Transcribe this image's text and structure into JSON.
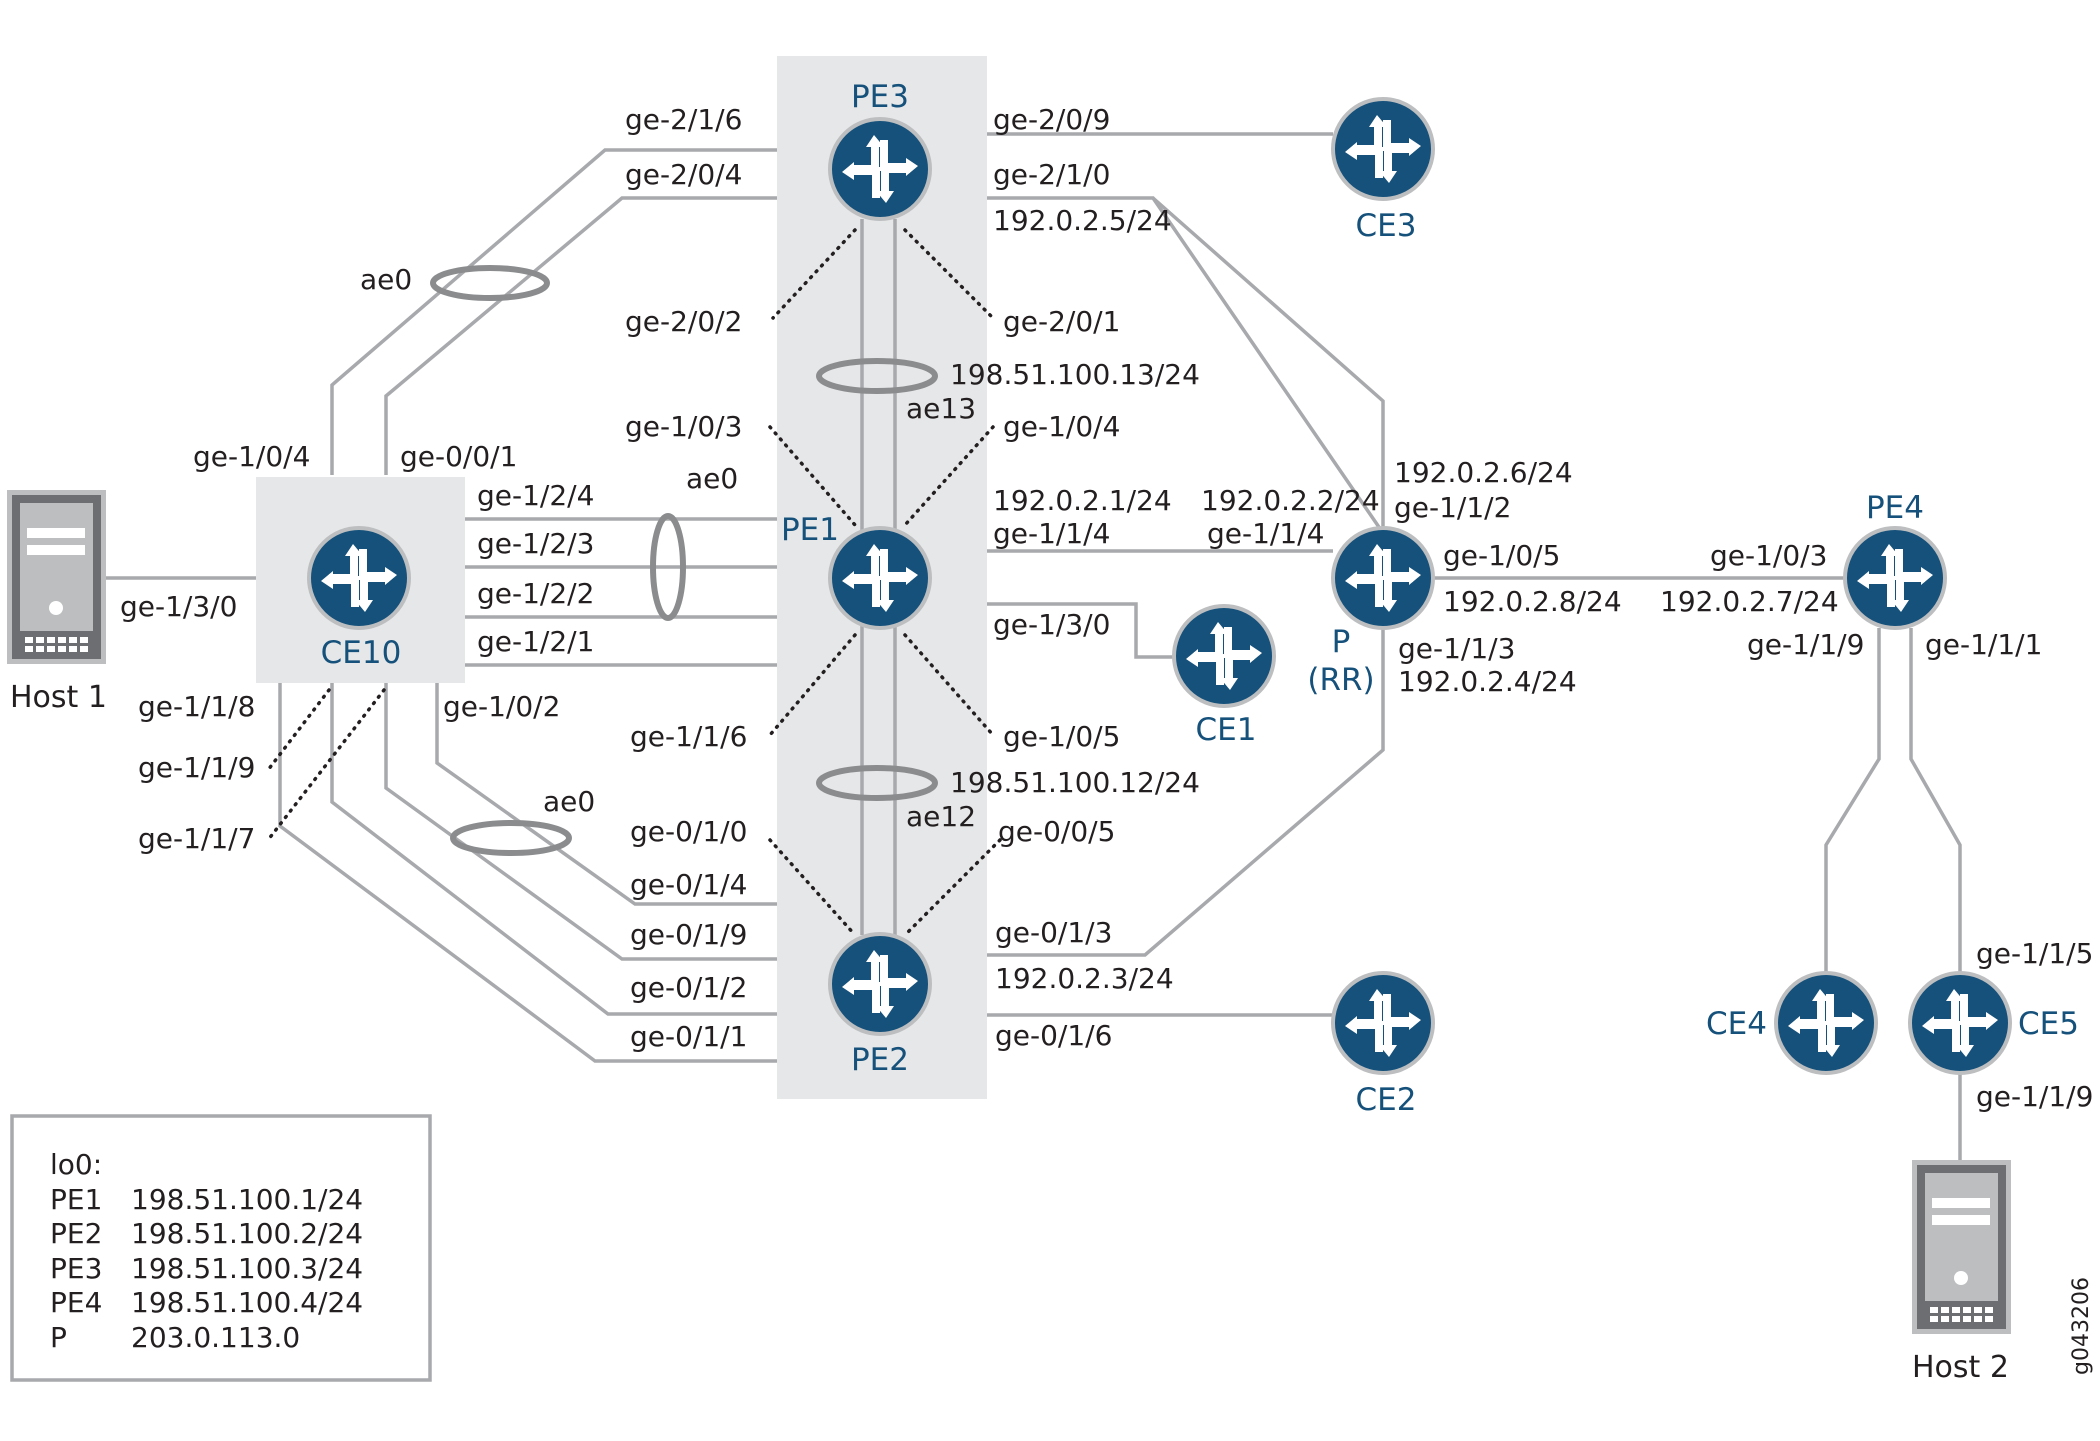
{
  "nodes": {
    "pe3": "PE3",
    "pe1": "PE1",
    "pe2": "PE2",
    "pe4": "PE4",
    "p": "P",
    "p_role": "(RR)",
    "ce1": "CE1",
    "ce2": "CE2",
    "ce3": "CE3",
    "ce4": "CE4",
    "ce5": "CE5",
    "ce10": "CE10",
    "host1": "Host 1",
    "host2": "Host 2"
  },
  "labels": {
    "ce10_pe3_a": "ge-2/1/6",
    "ce10_pe3_b": "ge-2/0/4",
    "ce10_ae0_top": "ae0",
    "ce10_ge104": "ge-1/0/4",
    "ce10_ge001": "ge-0/0/1",
    "pe3_ge202": "ge-2/0/2",
    "pe3_ge201": "ge-2/0/1",
    "ae13_ip": "198.51.100.13/24",
    "ae13": "ae13",
    "pe1_ge103": "ge-1/0/3",
    "pe1_ge104": "ge-1/0/4",
    "ce10_ge124": "ge-1/2/4",
    "ce10_ge123": "ge-1/2/3",
    "ce10_ge122": "ge-1/2/2",
    "ce10_ge121": "ge-1/2/1",
    "ce10_ae0_mid": "ae0",
    "host1_ge130": "ge-1/3/0",
    "pe3_ge209": "ge-2/0/9",
    "pe3_ge210": "ge-2/1/0",
    "pe3_ip": "192.0.2.5/24",
    "p_ip6": "192.0.2.6/24",
    "p_ge112": "ge-1/1/2",
    "pe1_ip": "192.0.2.1/24",
    "pe1_ge114": "ge-1/1/4",
    "p_ip2": "192.0.2.2/24",
    "p_ge114": "ge-1/1/4",
    "p_ge105": "ge-1/0/5",
    "p_ip8": "192.0.2.8/24",
    "pe4_ge103": "ge-1/0/3",
    "pe4_ip7": "192.0.2.7/24",
    "pe1_ge130": "ge-1/3/0",
    "p_ge113": "ge-1/1/3",
    "p_ip4": "192.0.2.4/24",
    "pe4_ge119": "ge-1/1/9",
    "pe4_ge111": "ge-1/1/1",
    "ce10_ge118": "ge-1/1/8",
    "ce10_ge119": "ge-1/1/9",
    "ce10_ge117": "ge-1/1/7",
    "ce10_ge102": "ge-1/0/2",
    "pe1_ge116": "ge-1/1/6",
    "pe1_ge105": "ge-1/0/5",
    "ae12_ip": "198.51.100.12/24",
    "ae12": "ae12",
    "ce10_ae0_bot": "ae0",
    "pe2_ge010": "ge-0/1/0",
    "pe2_ge005": "ge-0/0/5",
    "pe2_ge014": "ge-0/1/4",
    "pe2_ge019": "ge-0/1/9",
    "pe2_ge012": "ge-0/1/2",
    "pe2_ge011": "ge-0/1/1",
    "pe2_ge013": "ge-0/1/3",
    "pe2_ip3": "192.0.2.3/24",
    "pe2_ge016": "ge-0/1/6",
    "ce5_ge115": "ge-1/1/5",
    "ce5_ge119": "ge-1/1/9"
  },
  "legend": {
    "title": "lo0:",
    "rows": [
      {
        "node": "PE1",
        "address": "198.51.100.1/24"
      },
      {
        "node": "PE2",
        "address": "198.51.100.2/24"
      },
      {
        "node": "PE3",
        "address": "198.51.100.3/24"
      },
      {
        "node": "PE4",
        "address": "198.51.100.4/24"
      },
      {
        "node": "P",
        "address": "203.0.113.0"
      }
    ]
  },
  "figure_id": "g043206",
  "colors": {
    "router_fill": "#15517b",
    "router_outline": "#bcbec0",
    "link": "#a7a9ac",
    "panel": "#e6e7e8",
    "node_label": "#15517b"
  }
}
